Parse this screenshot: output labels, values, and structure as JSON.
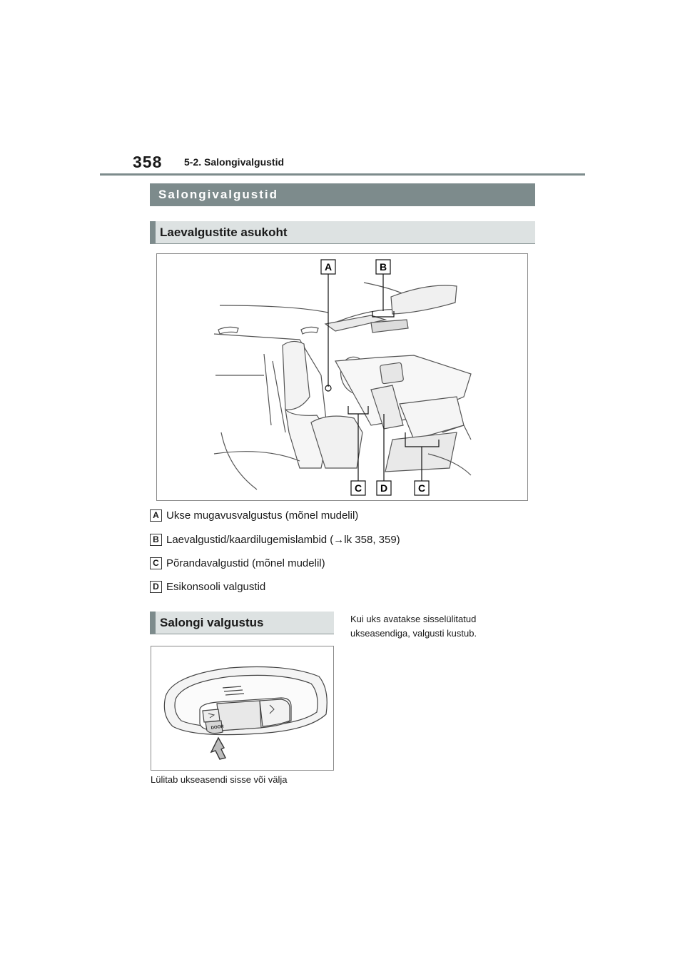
{
  "header": {
    "page_number": "358",
    "section": "5-2. Salongivalgustid"
  },
  "title": "Salongivalgustid",
  "location_section": {
    "heading": "Laevalgustite asukoht",
    "figure_labels": [
      "A",
      "B",
      "C",
      "D",
      "C"
    ],
    "legend": [
      {
        "letter": "A",
        "text": "Ukse mugavusvalgustus (mõnel mudelil)"
      },
      {
        "letter": "B",
        "text_before": "Laevalgustid/kaardilugemislambid (",
        "arrow": "→",
        "text_after": "lk 358, 359)"
      },
      {
        "letter": "C",
        "text": "Põrandavalgustid (mõnel mudelil)"
      },
      {
        "letter": "D",
        "text": "Esikonsooli valgustid"
      }
    ]
  },
  "interior_section": {
    "heading": "Salongi valgustus",
    "description_lines": [
      "Kui uks avatakse sisselülitatud",
      "ukseasendiga, valgusti kustub."
    ],
    "switch_label": "DOOR",
    "caption": "Lülitab ukseasendi sisse või välja"
  }
}
